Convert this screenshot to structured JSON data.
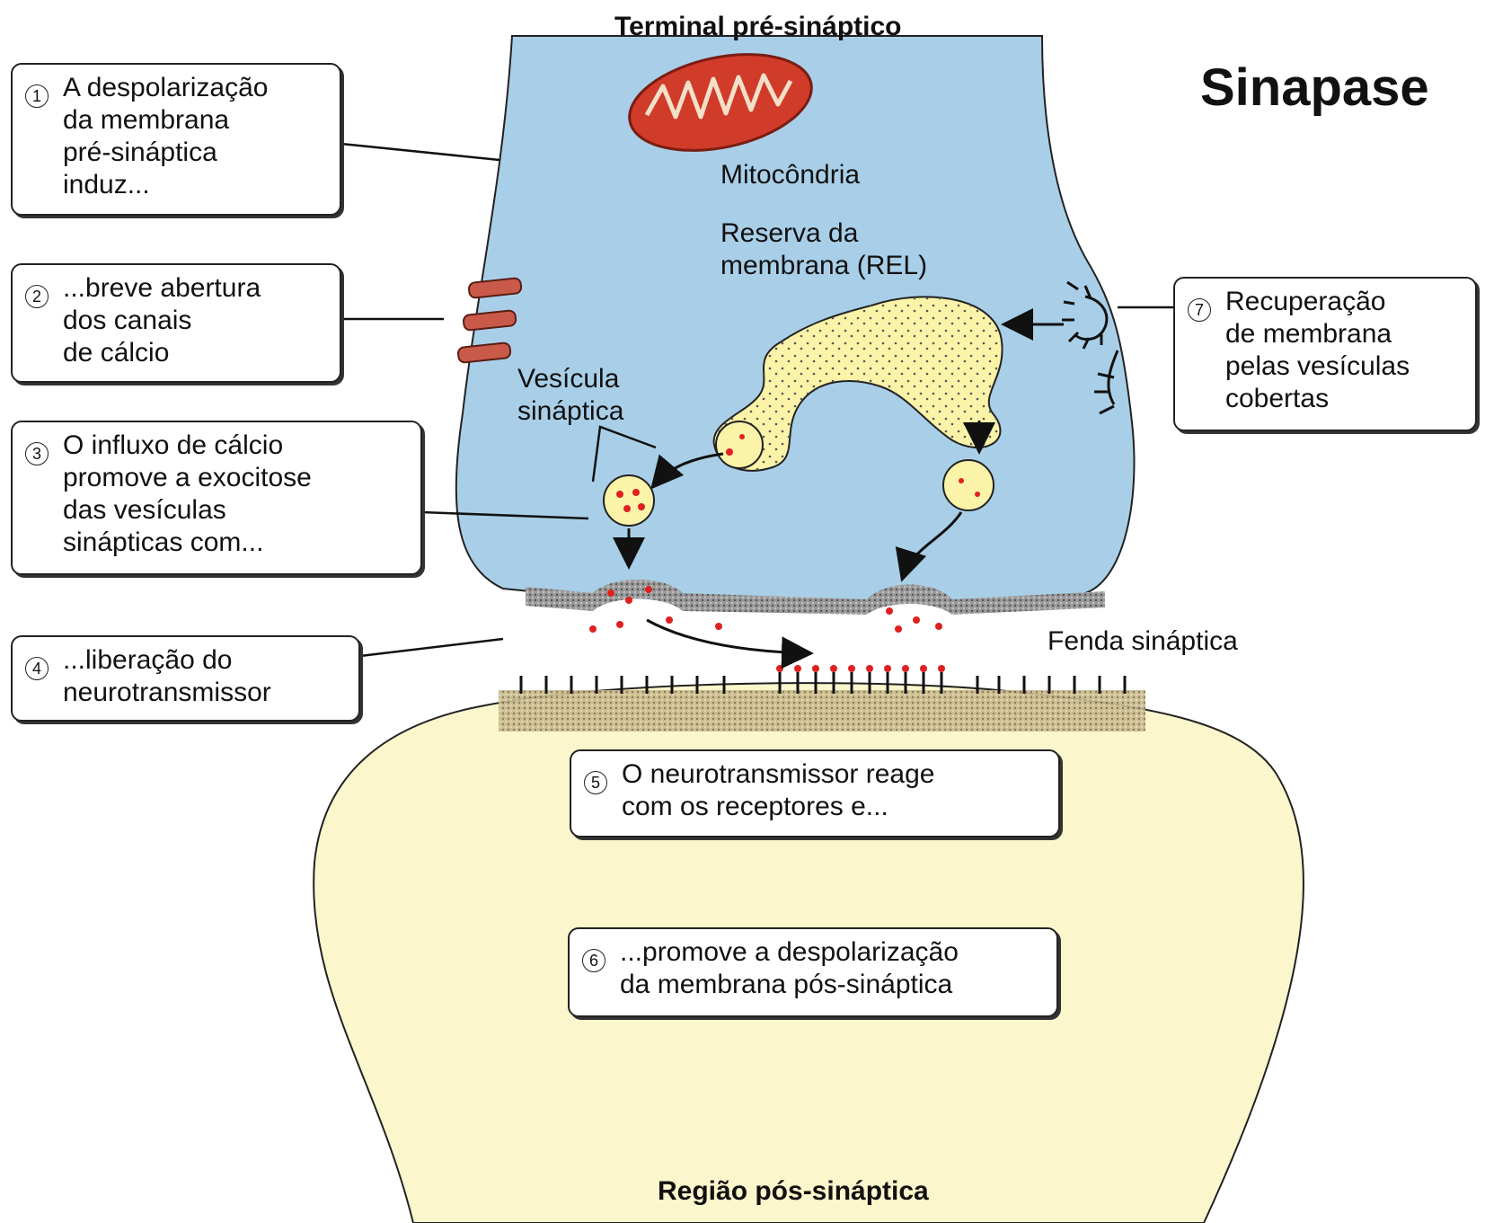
{
  "title": "Sinapase",
  "labels": {
    "top": "Terminal pré-sináptico",
    "bottom": "Região pós-sináptica",
    "mitochondria": "Mitocôndria",
    "membrane_reserve": "Reserva da\nmembrana (REL)",
    "vesicle": "Vesícula\nsináptica",
    "cleft": "Fenda sináptica"
  },
  "steps": [
    {
      "n": "1",
      "text": "A despolarização\nda membrana\npré-sináptica\ninduz..."
    },
    {
      "n": "2",
      "text": "...breve abertura\ndos canais\nde cálcio"
    },
    {
      "n": "3",
      "text": "O influxo de cálcio\npromove a exocitose\ndas vesículas\nsinápticas com..."
    },
    {
      "n": "4",
      "text": "...liberação do\nneurotransmissor"
    },
    {
      "n": "5",
      "text": "O neurotransmissor reage\ncom os receptores e..."
    },
    {
      "n": "6",
      "text": "...promove a despolarização\nda membrana pós-sináptica"
    },
    {
      "n": "7",
      "text": "Recuperação\nde membrana\npelas vesículas\ncobertas"
    }
  ],
  "colors": {
    "presynaptic": "#a9cfe8",
    "postsynaptic": "#fbf6cc",
    "reserve": "#fbf3a8",
    "mitochondria": "#d13b2a",
    "neurotransmitter": "#e02020"
  }
}
